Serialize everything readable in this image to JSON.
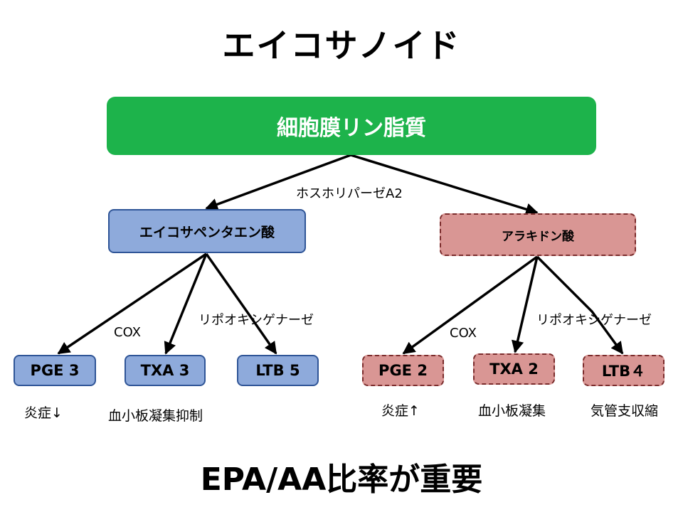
{
  "title": "エイコサノイド",
  "top_node": "細胞膜リン脂質",
  "enzyme_top": "ホスホリパーゼA2",
  "left_branch": {
    "node": "エイコサペンタエン酸",
    "cox_label": "COX",
    "lox_label": "リポオキシゲナーゼ",
    "leaves": [
      "PGE 3",
      "TXA 3",
      "LTB 5"
    ],
    "effects": [
      "炎症↓",
      "血小板凝集抑制"
    ]
  },
  "right_branch": {
    "node": "アラキドン酸",
    "cox_label": "COX",
    "lox_label": "リポオキシゲナーゼ",
    "leaves": [
      "PGE 2",
      "TXA 2",
      "LTB４"
    ],
    "effects": [
      "炎症↑",
      "血小板凝集",
      "気管支収縮"
    ]
  },
  "conclusion": "EPA/AA比率が重要",
  "colors": {
    "green": "#1db34b",
    "blue_fill": "#8eaadb",
    "blue_border": "#2f5597",
    "red_fill": "#d99694",
    "red_border": "#7b2c2c"
  }
}
